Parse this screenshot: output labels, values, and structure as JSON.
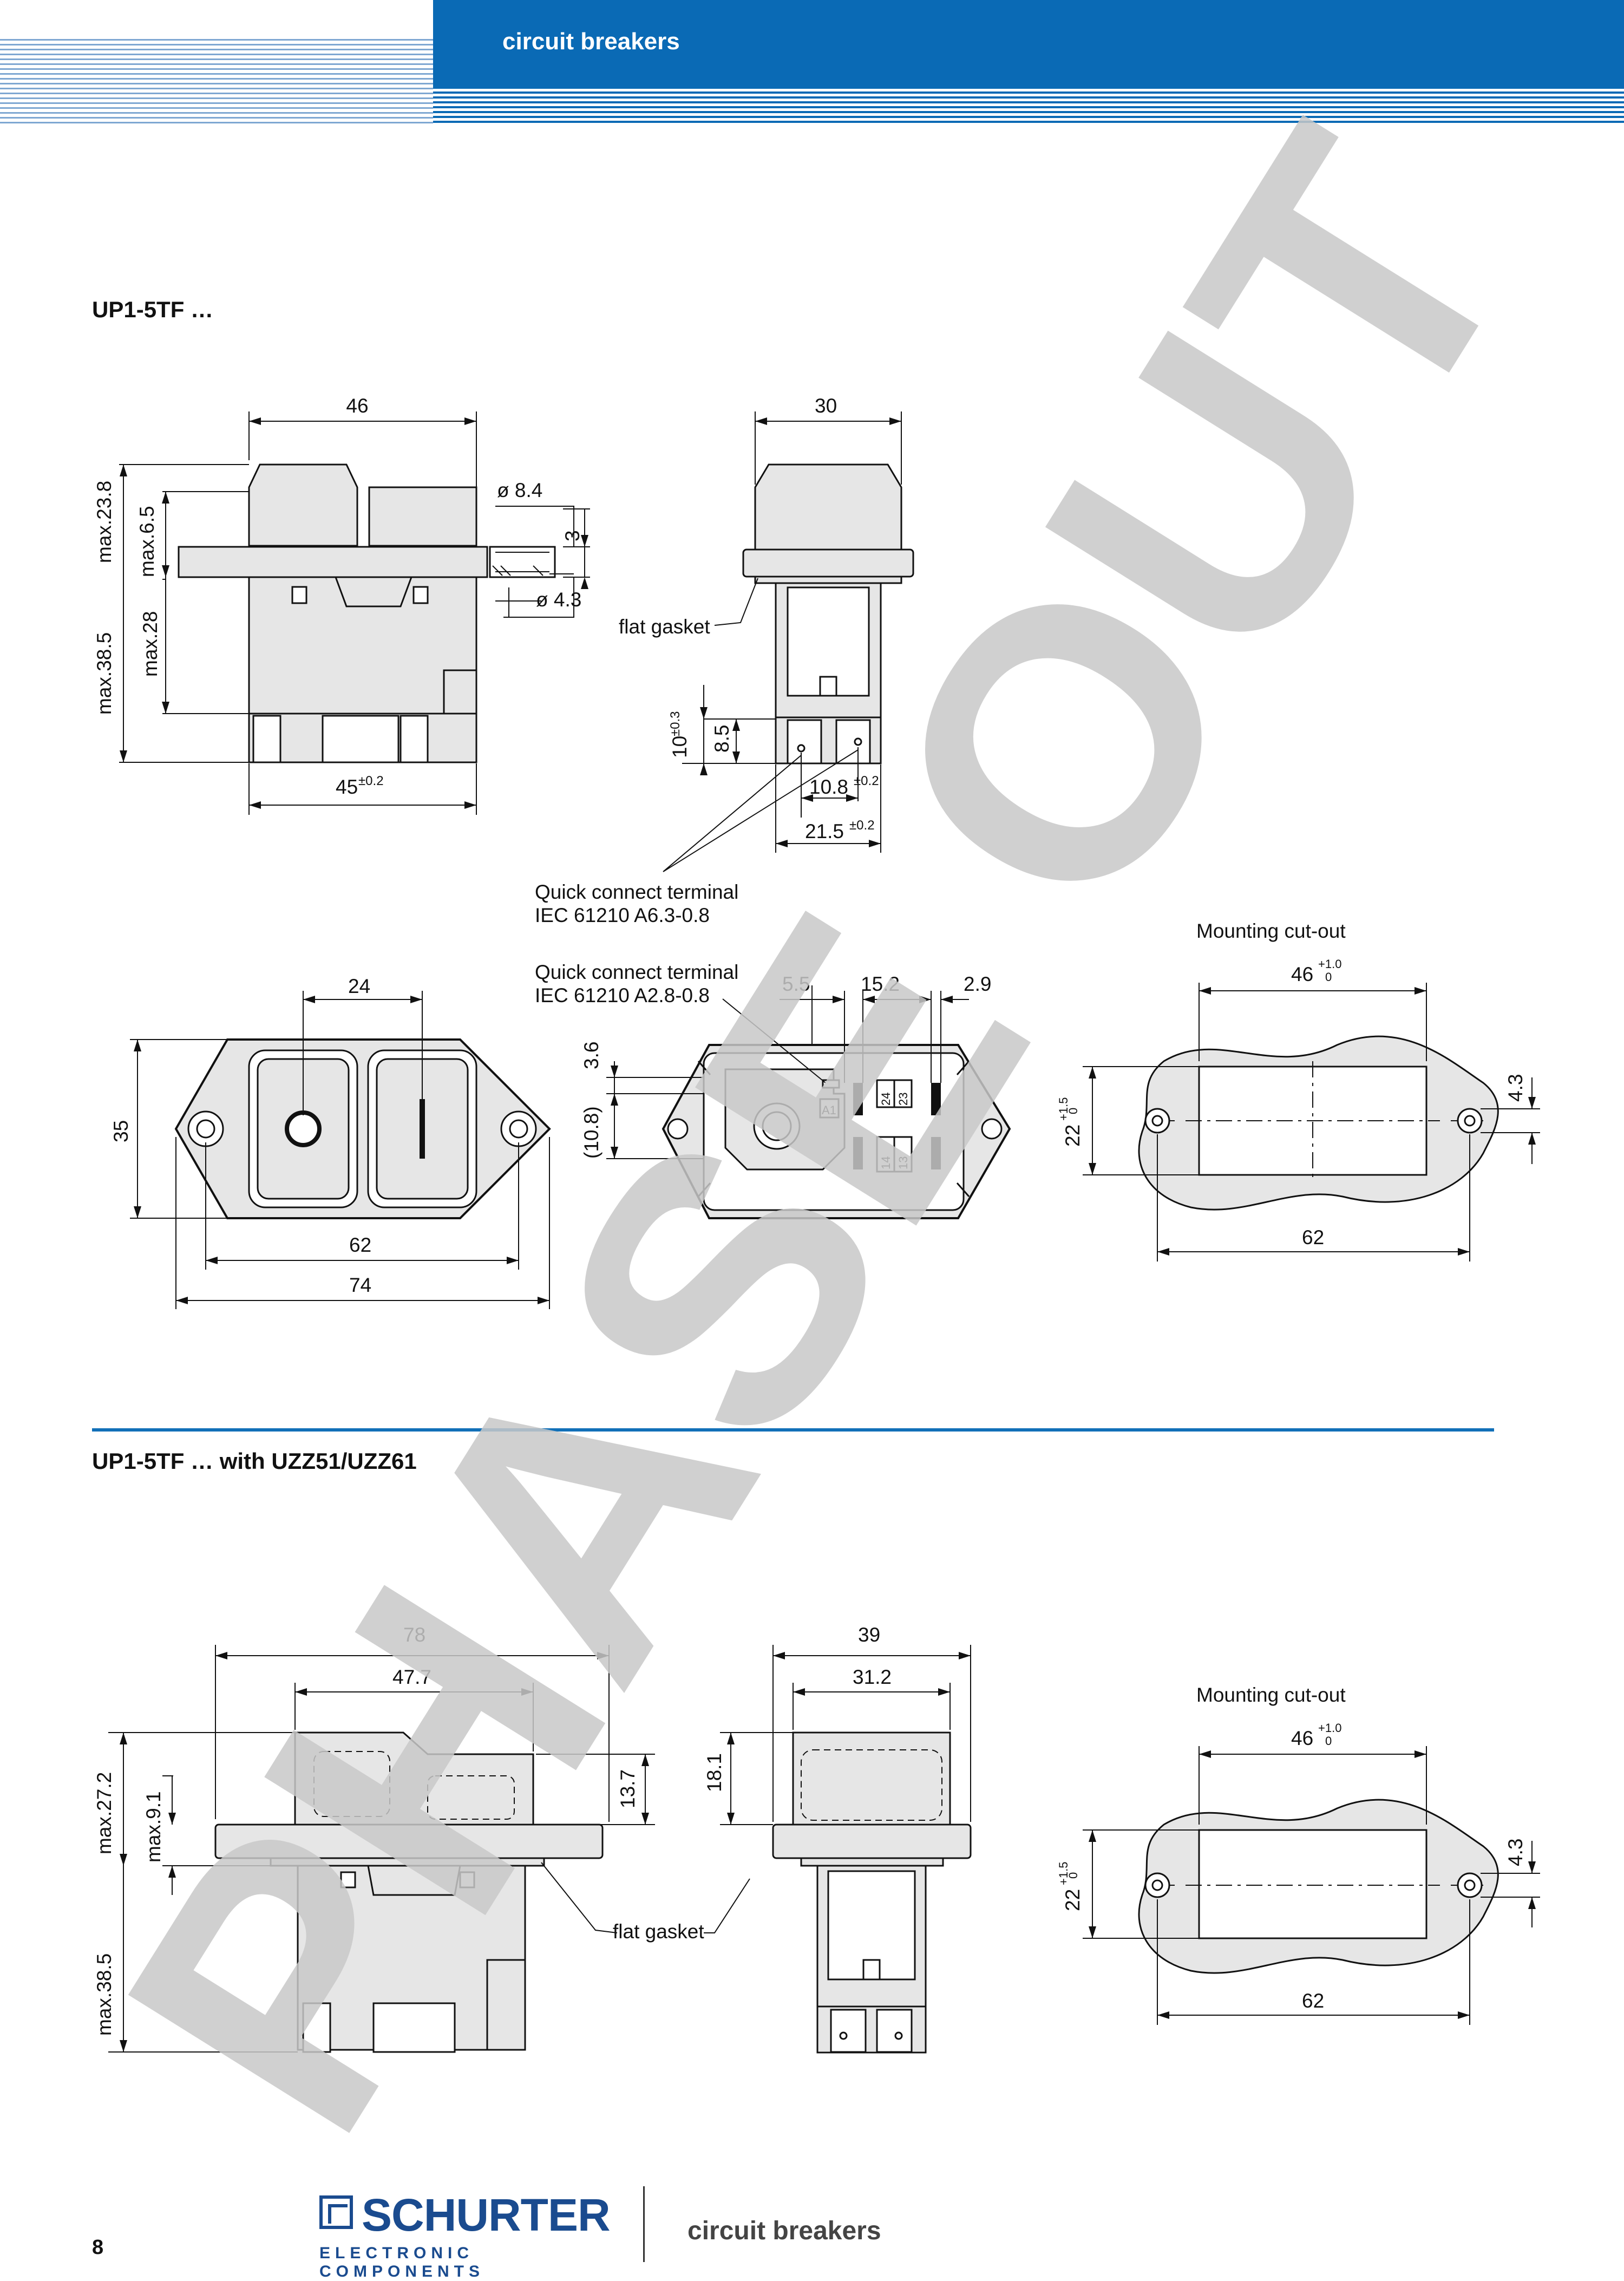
{
  "header": {
    "title": "circuit breakers"
  },
  "sections": {
    "top_title": "UP1-5TF …",
    "bottom_title": "UP1-5TF … with UZZ51/UZZ61"
  },
  "labels": {
    "flat_gasket": "flat gasket",
    "qc_terminal_1_line1": "Quick connect terminal",
    "qc_terminal_1_line2": "IEC 61210 A6.3-0.8",
    "qc_terminal_2_line1": "Quick connect terminal",
    "qc_terminal_2_line2": "IEC 61210 A2.8-0.8",
    "mounting_cutout": "Mounting cut-out"
  },
  "dims_top": {
    "width_46": "46",
    "max_23_8": "max.23.8",
    "max_6_5": "max.6.5",
    "max_38_5": "max.38.5",
    "max_28": "max.28",
    "phi_8_4": "ø 8.4",
    "phi_4_3": "ø 4.3",
    "three": "3",
    "w45": "45",
    "tol_02": "±0.2",
    "w30": "30",
    "h10": "10",
    "tol_03": "±0.3",
    "h8_5": "8.5",
    "w10_8": "10.8",
    "w21_5": "21.5",
    "w24": "24",
    "h35": "35",
    "w62": "62",
    "w74": "74",
    "w5_5": "5.5",
    "w15_2": "15.2",
    "w2_9": "2.9",
    "h3_6": "3.6",
    "h10_8": "(10.8)",
    "term_a1": "A1",
    "term_24": "24",
    "term_23": "23",
    "term_14": "14",
    "term_13": "13",
    "cut_46": "46",
    "cut_tol_plus": "+1.0",
    "cut_tol_zero": "0",
    "cut_22": "22",
    "cut_22_tol": "+1.5",
    "cut_43": "4.3",
    "cut_62": "62"
  },
  "dims_bottom": {
    "w78": "78",
    "w47_7": "47.7",
    "h13_7": "13.7",
    "max_27_2": "max.27.2",
    "max_9_1": "max.9.1",
    "max_38_5": "max.38.5",
    "w39": "39",
    "w31_2": "31.2",
    "h18_1": "18.1",
    "cut_46": "46",
    "cut_tol_plus": "+1.0",
    "cut_tol_zero": "0",
    "cut_22": "22",
    "cut_22_tol": "+1.5",
    "cut_43": "4.3",
    "cut_62": "62"
  },
  "watermark": "PHASE OUT",
  "footer": {
    "page_number": "8",
    "brand": "SCHURTER",
    "brand_sub": "ELECTRONIC COMPONENTS",
    "category": "circuit breakers"
  },
  "colors": {
    "brand_blue": "#0a6ab5",
    "rule_blue": "#1170b8",
    "watermark_gray": "#c8c8c8",
    "logo_blue": "#1a4b8f"
  }
}
